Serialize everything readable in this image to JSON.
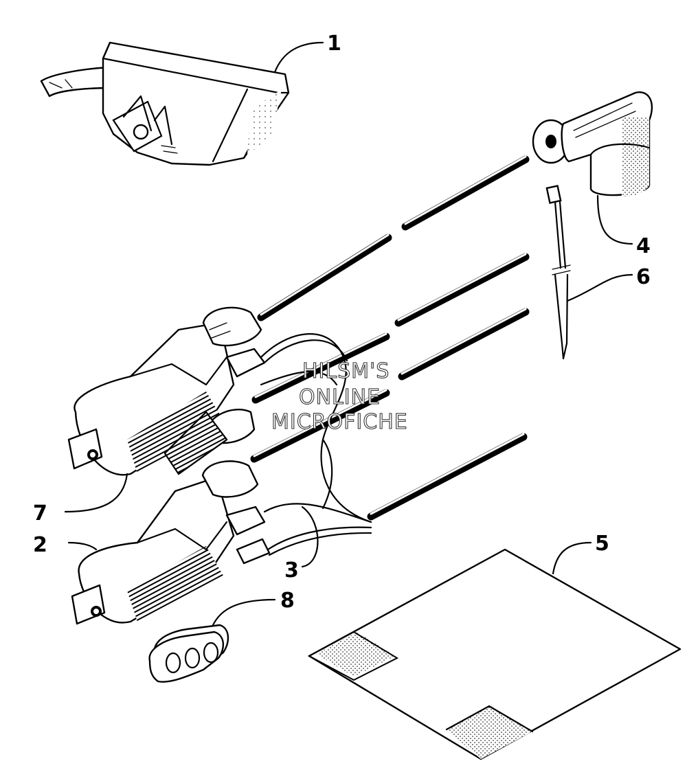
{
  "callouts": [
    {
      "id": "1",
      "label": "1"
    },
    {
      "id": "2",
      "label": "2"
    },
    {
      "id": "3",
      "label": "3"
    },
    {
      "id": "4",
      "label": "4"
    },
    {
      "id": "5",
      "label": "5"
    },
    {
      "id": "6",
      "label": "6"
    },
    {
      "id": "7",
      "label": "7"
    },
    {
      "id": "8",
      "label": "8"
    }
  ],
  "watermark": {
    "line1": "HILSM'S",
    "line2": "ONLINE",
    "line3": "MICROFICHE"
  },
  "colors": {
    "ink": "#000000",
    "paper": "#ffffff"
  }
}
